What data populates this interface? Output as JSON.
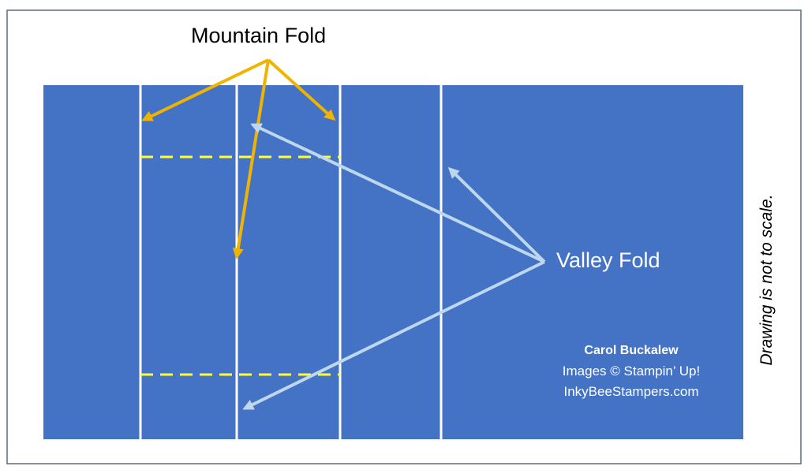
{
  "labels": {
    "mountain_fold": "Mountain Fold",
    "valley_fold": "Valley Fold",
    "scale_note": "Drawing is not to scale."
  },
  "credits": {
    "author": "Carol Buckalew",
    "images": "Images © Stampin’ Up!",
    "website": "InkyBeeStampers.com"
  },
  "colors": {
    "card": "#4472C4",
    "mountain_arrow": "#F0B400",
    "valley_arrow": "#BDD7EE",
    "dashed_line": "#FFFF33",
    "fold_line": "#FFFFFF",
    "frame": "#5A6B85"
  }
}
